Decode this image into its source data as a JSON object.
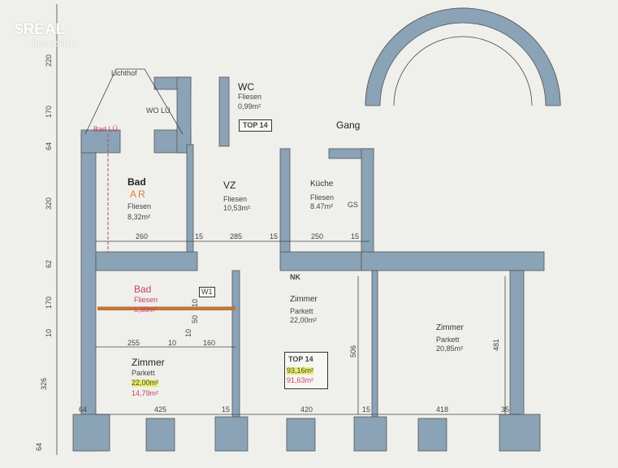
{
  "logo": {
    "brand": "$REAL",
    "sub": "Immobilien"
  },
  "left_dims": [
    "220",
    "170",
    "64",
    "320",
    "62",
    "170",
    "10",
    "326",
    "64"
  ],
  "labels": {
    "lichthof": "Lichthof",
    "wo_lu": "WO LÜ",
    "bad_lu": "Bad LÜ",
    "gang": "Gang",
    "nk": "NK",
    "w1": "W1",
    "gs": "GS"
  },
  "rooms": {
    "wc": {
      "name": "WC",
      "floor": "Fliesen",
      "area": "0,99m²"
    },
    "bad_ar": {
      "name": "Bad",
      "tag": "AR",
      "floor": "Fliesen",
      "area": "8,32m²"
    },
    "vz": {
      "name": "VZ",
      "floor": "Fliesen",
      "area": "10,53m²"
    },
    "kueche": {
      "name": "Küche",
      "floor": "Fliesen",
      "area": "8.47m²"
    },
    "bad2": {
      "name": "Bad",
      "floor": "Fliesen",
      "area": "5,88m²"
    },
    "zimmer_mid": {
      "name": "Zimmer",
      "floor": "Parkett",
      "area": "22,00m²"
    },
    "zimmer_left": {
      "name": "Zimmer",
      "floor": "Parkett",
      "area": "22,00m²",
      "area2": "14,79m²"
    },
    "zimmer_right": {
      "name": "Zimmer",
      "floor": "Parkett",
      "area": "20,85m²"
    }
  },
  "top_label": "TOP 14",
  "top_box": {
    "title": "TOP 14",
    "area1": "93,16m²",
    "area2": "91,63m²"
  },
  "dims_row1": [
    "260",
    "15",
    "285",
    "15",
    "250",
    "15"
  ],
  "dims_small": [
    "10",
    "50",
    "10"
  ],
  "dims_row2": [
    "255",
    "10",
    "160"
  ],
  "dims_bottom": [
    "64",
    "425",
    "15",
    "420",
    "15",
    "418",
    "35"
  ],
  "dims_vertical": [
    "506",
    "481"
  ],
  "colors": {
    "wall": "#8aa3b6",
    "pink": "#c8416a",
    "highlight": "#e8ef6a",
    "orange": "#c8762e"
  }
}
